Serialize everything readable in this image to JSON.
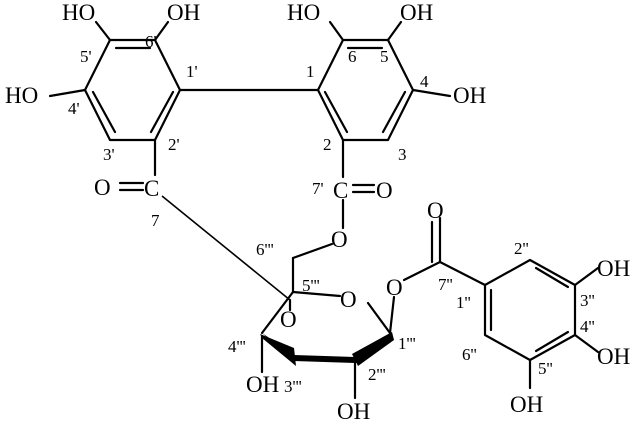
{
  "molecule": {
    "left_ring": {
      "oh_top_left": "HO",
      "oh_top_right": "OH",
      "oh_left": "HO",
      "pos_5p": "5'",
      "pos_6p": "6'",
      "pos_1p": "1'",
      "pos_2p": "2'",
      "pos_3p": "3'",
      "pos_4p": "4'"
    },
    "right_ring": {
      "oh_top_left": "HO",
      "oh_top_right": "OH",
      "oh_right": "OH",
      "pos_6": "6",
      "pos_5": "5",
      "pos_4": "4",
      "pos_1": "1",
      "pos_2": "2",
      "pos_3": "3"
    },
    "carbonyls": {
      "o_left": "O",
      "c_left": "C",
      "pos_7": "7",
      "c_right": "C",
      "o_right": "O",
      "pos_7p": "7'",
      "ester_o": "O"
    },
    "sugar": {
      "pos_6ppp": "6'''",
      "pos_5ppp": "5'''",
      "ring_o": "O",
      "link_o": "O",
      "o_4": "O",
      "pos_4ppp": "4'''",
      "pos_1ppp": "1'''",
      "pos_3ppp": "3'''",
      "pos_2ppp": "2'''",
      "oh_bottom_left": "OH",
      "oh_bottom_mid": "OH"
    },
    "galloyl": {
      "o_carbonyl": "O",
      "pos_7pp": "7''",
      "pos_1pp": "1''",
      "pos_2pp": "2''",
      "pos_3pp": "3''",
      "pos_4pp": "4''",
      "pos_5pp": "5''",
      "pos_6pp": "6''",
      "oh_3": "OH",
      "oh_4": "OH",
      "oh_5": "OH"
    }
  }
}
